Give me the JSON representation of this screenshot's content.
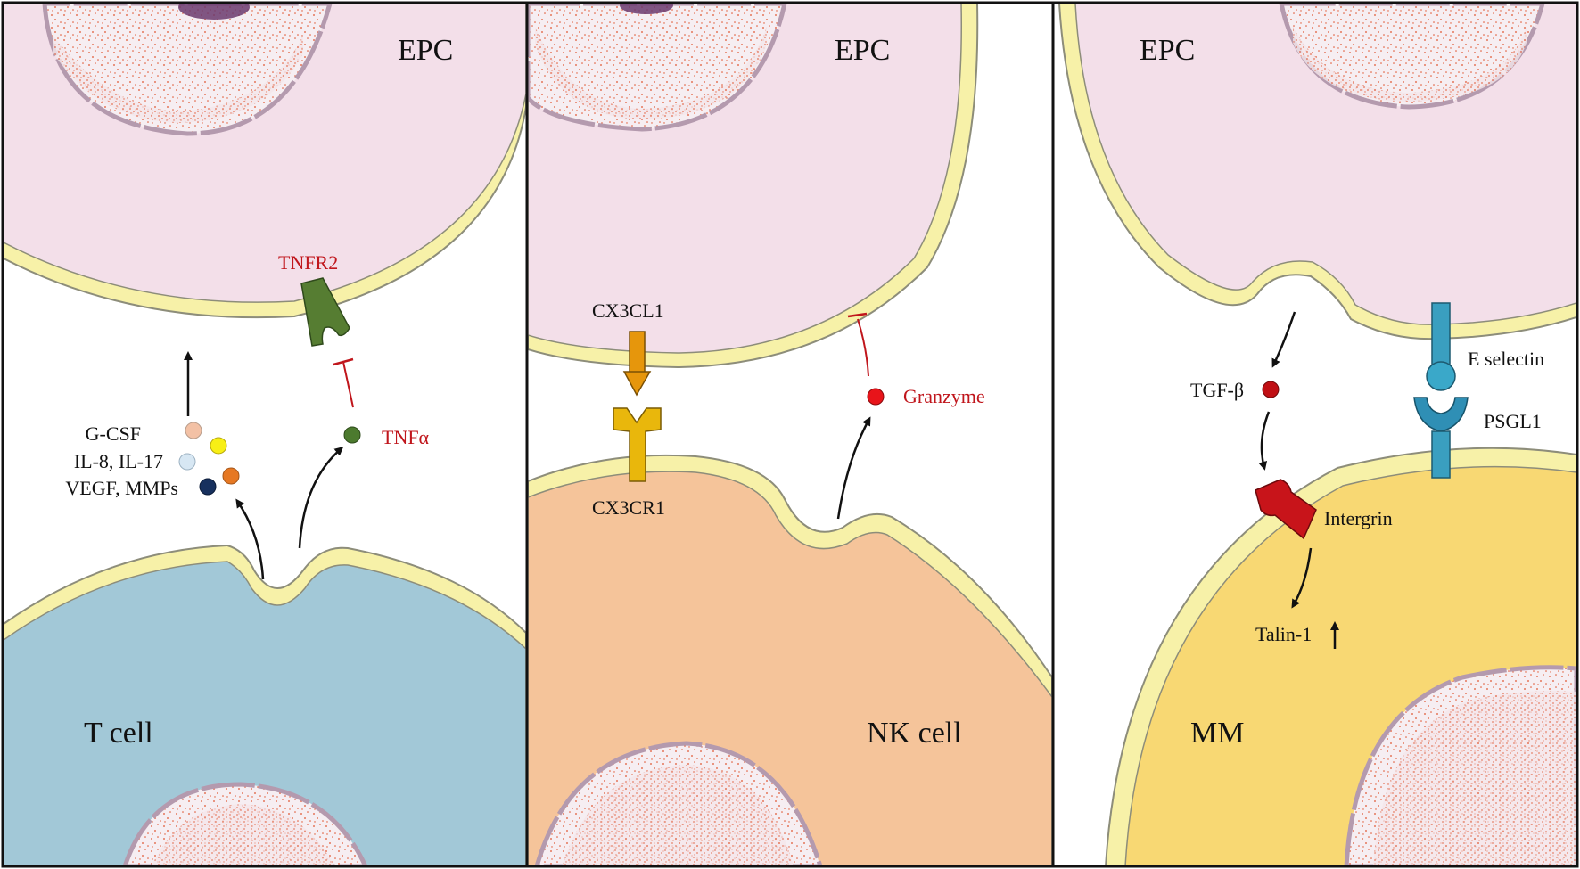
{
  "colors": {
    "epc_fill": "#f3dfe9",
    "membrane": "#f7f1a8",
    "membrane_edge": "#8d8d7a",
    "tcell_fill": "#a2c8d7",
    "nk_fill": "#f5c49a",
    "mm_fill": "#f8d873",
    "nucleus_fill": "#f6eef2",
    "nucleus_rim": "#b49aae",
    "speckle": "#e0542e",
    "chromatin": "#6b3a6f",
    "red_label": "#c0161c",
    "tnfr2_green": "#567d32",
    "tnfa_green": "#4c7a2e",
    "cx3_orange": "#e6960c",
    "cx3cr1_yellow": "#e9b70c",
    "granzyme_red": "#e8141a",
    "tgfb_red": "#c00f14",
    "integrin_red": "#c8141a",
    "selectin_blue": "#3a9fc0",
    "psgl1_blue": "#2f8fb5"
  },
  "panels": [
    {
      "id": "tcell",
      "epc_label": "EPC",
      "cell_label": "T cell",
      "receptor_label": "TNFR2",
      "ligand_label": "TNFα",
      "cytokine_labels": [
        "G-CSF",
        "IL-8, IL-17",
        "VEGF, MMPs"
      ],
      "cytokine_colors": [
        "#f3c1a5",
        "#f8ef15",
        "#d7e7f3",
        "#17305e",
        "#e67823"
      ]
    },
    {
      "id": "nkcell",
      "epc_label": "EPC",
      "cell_label": "NK cell",
      "ligand_label": "CX3CL1",
      "receptor_label": "CX3CR1",
      "secreted_label": "Granzyme"
    },
    {
      "id": "mm",
      "epc_label": "EPC",
      "cell_label": "MM",
      "tgf_label": "TGF-β",
      "selectin_label": "E selectin",
      "psgl1_label": "PSGL1",
      "integrin_label": "Intergrin",
      "talin_label": "Talin-1"
    }
  ],
  "icons": [
    "up-arrow-icon",
    "inhibition-bar-icon",
    "receptor-icon"
  ]
}
